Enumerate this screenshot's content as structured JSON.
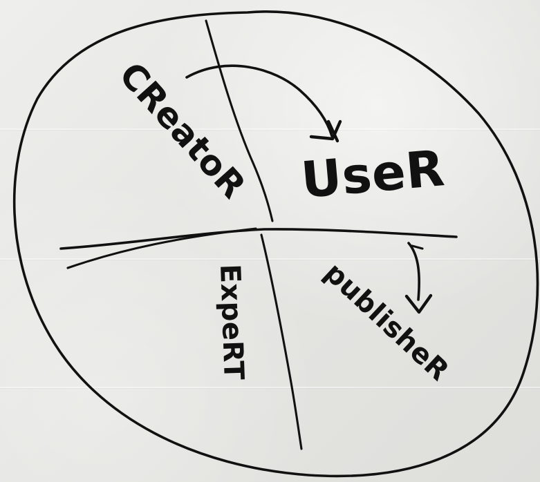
{
  "diagram": {
    "segments": [
      {
        "label": "CReatoR"
      },
      {
        "label": "UseR"
      },
      {
        "label": "ExpeRT"
      },
      {
        "label": "publisheR"
      }
    ]
  }
}
